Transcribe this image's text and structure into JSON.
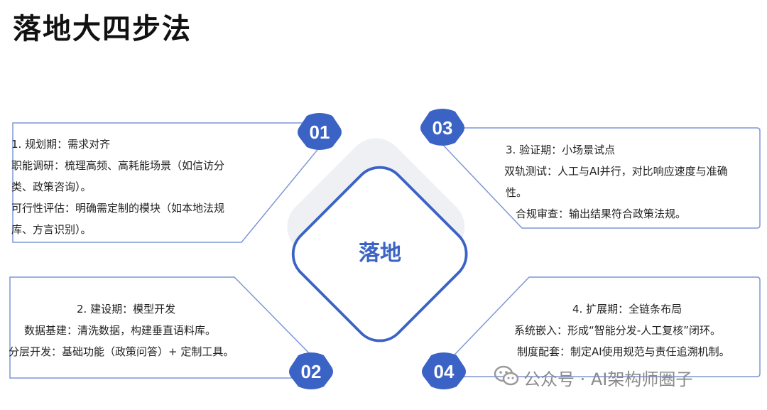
{
  "title": "落地大四步法",
  "center_label": "落地",
  "steps": [
    {
      "number": "01",
      "heading": "1. 规划期：需求对齐",
      "lines": [
        "职能调研：梳理高频、高耗能场景（如信访分",
        "类、政策咨询）。",
        "可行性评估：明确需定制的模块（如本地法规",
        "库、方言识别）。"
      ]
    },
    {
      "number": "03",
      "heading": "3. 验证期：小场景试点",
      "lines": [
        "双轨测试：人工与AI并行，对比响应速度与准确",
        "性。",
        "合规审查：输出结果符合政策法规。"
      ]
    },
    {
      "number": "02",
      "heading": "2. 建设期：模型开发",
      "lines": [
        "数据基建：清洗数据，构建垂直语料库。",
        "分层开发：基础功能（政策问答）+ 定制工具。"
      ]
    },
    {
      "number": "04",
      "heading": "4. 扩展期：全链条布局",
      "lines": [
        "系统嵌入：形成“智能分发-人工复核”闭环。",
        "制度配套：制定AI使用规范与责任追溯机制。"
      ]
    }
  ],
  "watermark": "公众号 · AI架构师圈子",
  "colors": {
    "accent": "#3b63c6",
    "card_border": "#7e96d6",
    "center_shadow": "#eef0f4",
    "watermark": "#8a8a8a"
  }
}
